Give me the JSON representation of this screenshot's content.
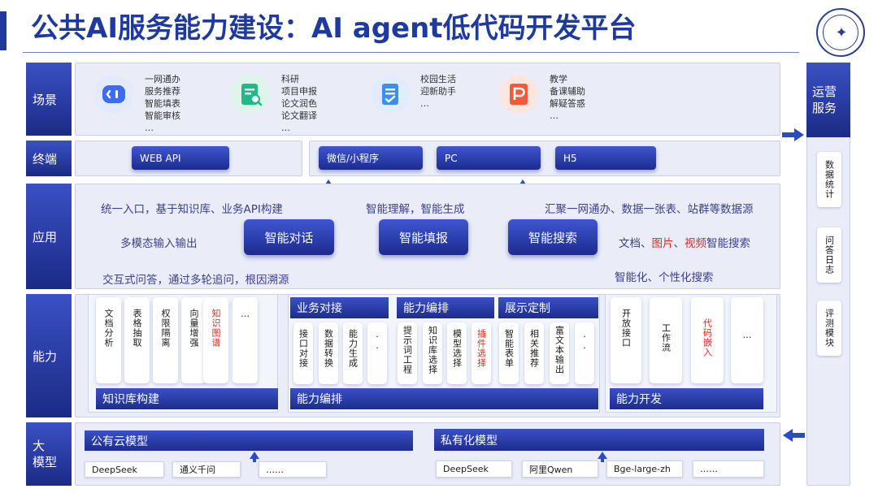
{
  "header": {
    "title": "公共AI服务能力建设：AI agent低代码开发平台"
  },
  "rows": {
    "scene": "场景",
    "terminal": "终端",
    "app": "应用",
    "ability": "能力",
    "model": "大\n模型"
  },
  "scenes": [
    {
      "icon": "chat-icon",
      "color": "#3d6cf0",
      "lines": "一网通办\n服务推荐\n智能填表\n智能审核\n…"
    },
    {
      "icon": "document-search-icon",
      "color": "#22b88a",
      "lines": "科研\n项目申报\n论文润色\n论文翻译\n…"
    },
    {
      "icon": "checklist-document-icon",
      "color": "#3c8ef0",
      "lines": "校园生活\n迎新助手\n…"
    },
    {
      "icon": "presentation-icon",
      "color": "#f25a3e",
      "lines": "教学\n备课辅助\n解疑答惑\n…"
    }
  ],
  "terminals": [
    "WEB API",
    "微信/小程序",
    "PC",
    "H5"
  ],
  "app": {
    "line1_left": "统一入口，基于知识库、业务API构建",
    "line1_mid": "智能理解，智能生成",
    "line1_right": "汇聚一网通办、数据一张表、站群等数据源",
    "multimodal": "多模态输入输出",
    "right_mid_a": "文档、",
    "right_mid_b": "图片",
    "right_mid_c": "、",
    "right_mid_d": "视频",
    "right_mid_e": "智能搜索",
    "line3_left": "交互式问答，通过多轮追问，根因溯源",
    "line3_right": "智能化、个性化搜索",
    "btn_chat": "智能对话",
    "btn_fill": "智能填报",
    "btn_search": "智能搜索"
  },
  "ability": {
    "kb_tiles": [
      "文档分析",
      "表格抽取",
      "权限隔离",
      "向量增强",
      "知识图谱",
      "…"
    ],
    "kb_bar": "知识库构建",
    "biz_head": "业务对接",
    "biz_tiles": [
      "接口对接",
      "数据转换",
      "能力生成",
      ".."
    ],
    "orch_head": "能力编排",
    "orch_tiles": [
      "提示词工程",
      "知识库选择",
      "模型选择",
      "插件选择"
    ],
    "show_head": "展示定制",
    "show_tiles": [
      "智能表单",
      "相关推荐",
      "富文本输出",
      ".."
    ],
    "orch_bar": "能力编排",
    "dev_tiles": [
      "开放接口",
      "工作流",
      "代码嵌入",
      "…"
    ],
    "dev_bar": "能力开发"
  },
  "models": {
    "public_head": "公有云模型",
    "public_items": [
      "DeepSeek",
      "通义千问",
      "……"
    ],
    "private_head": "私有化模型",
    "private_items": [
      "DeepSeek",
      "阿里Qwen",
      "Bge-large-zh",
      "……"
    ]
  },
  "ops": {
    "title": "运营\n服务",
    "items": [
      "数据统计",
      "问答日志",
      "评测模块"
    ]
  }
}
